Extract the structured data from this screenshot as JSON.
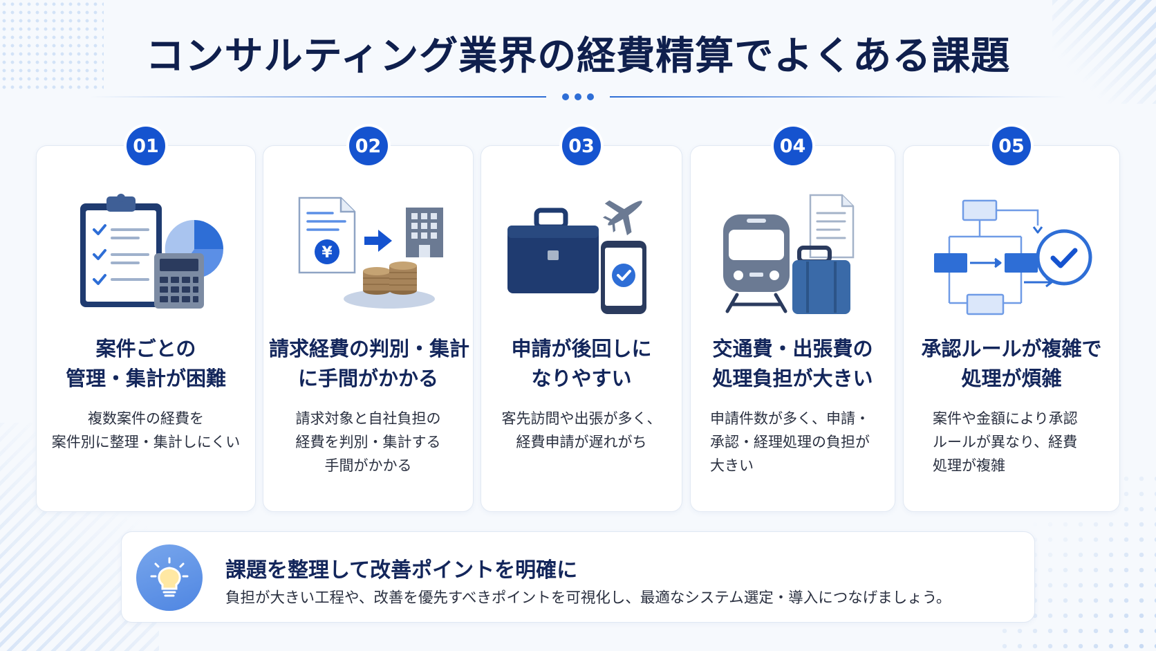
{
  "title": "コンサルティング業界の経費精算でよくある課題",
  "cards": [
    {
      "number": "01",
      "title_line1": "案件ごとの",
      "title_line2": "管理・集計が困難",
      "desc_lines": [
        "複数案件の経費を",
        "案件別に整理・集計しにくい"
      ]
    },
    {
      "number": "02",
      "title_line1": "請求経費の判別・集計",
      "title_line2": "に手間がかかる",
      "desc_lines": [
        "請求対象と自社負担の",
        "経費を判別・集計する",
        "手間がかかる"
      ],
      "yen_symbol": "¥"
    },
    {
      "number": "03",
      "title_line1": "申請が後回しに",
      "title_line2": "なりやすい",
      "desc_lines": [
        "客先訪問や出張が多く、",
        "経費申請が遅れがち"
      ]
    },
    {
      "number": "04",
      "title_line1": "交通費・出張費の",
      "title_line2": "処理負担が大きい",
      "desc_lines": [
        "申請件数が多く、申請・",
        "承認・経理処理の負担が",
        "大きい"
      ]
    },
    {
      "number": "05",
      "title_line1": "承認ルールが複雑で",
      "title_line2": "処理が煩雑",
      "desc_lines": [
        "案件や金額により承認",
        "ルールが異なり、経費",
        "処理が複雑"
      ]
    }
  ],
  "callout": {
    "title": "課題を整理して改善ポイントを明確に",
    "text": "負担が大きい工程や、改善を優先すべきポイントを可視化し、最適なシステム選定・導入につなげましょう。"
  },
  "colors": {
    "primary": "#1553cf",
    "navy": "#0f1f4d",
    "accent_light": "#5b8fe6"
  }
}
